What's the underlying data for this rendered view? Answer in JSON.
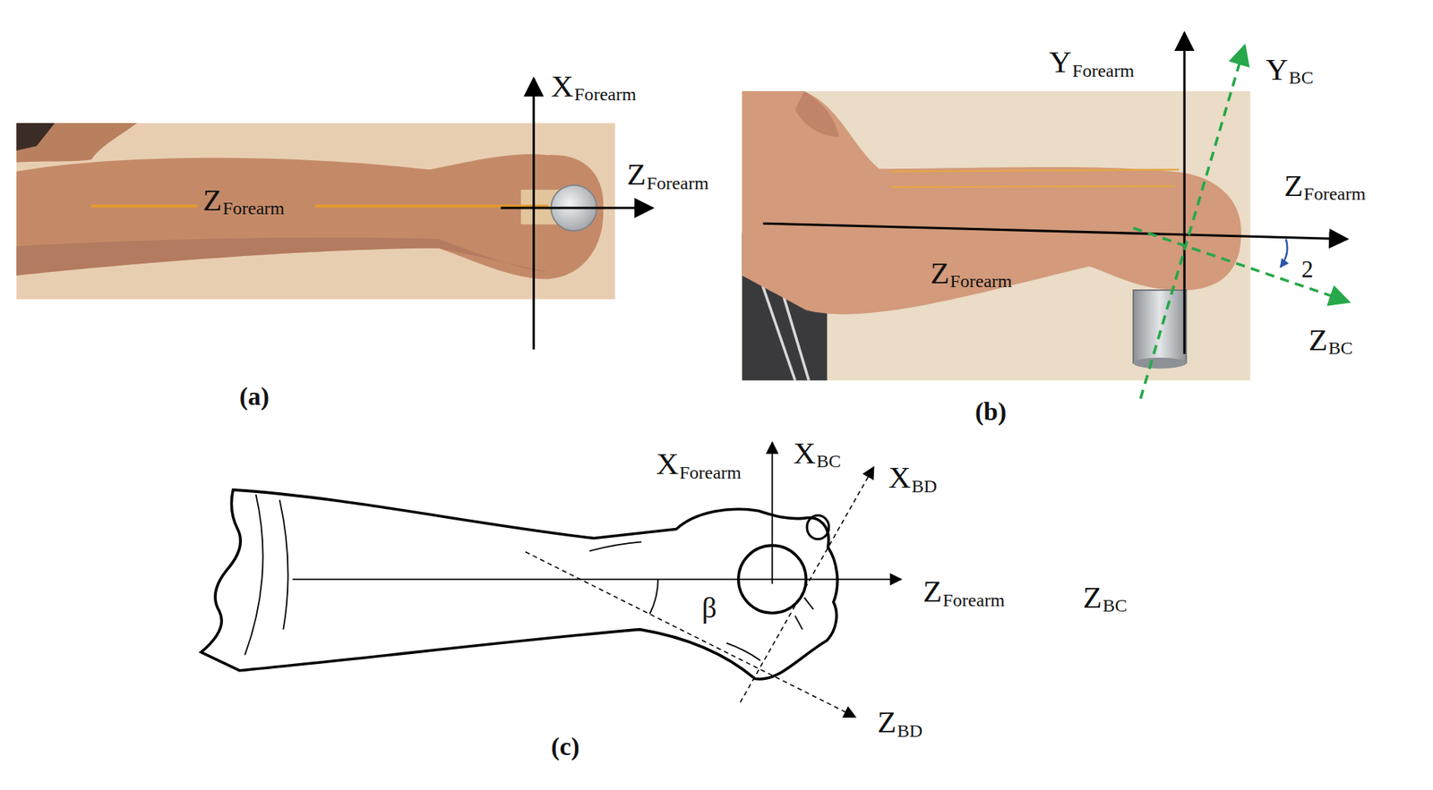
{
  "diagram": {
    "labels": [
      "Z",
      "Forearm",
      "X",
      "Forearm",
      "Z",
      "Forearm",
      "(a)",
      "Y",
      "Forearm",
      "Y",
      "BC",
      "Z",
      "Forearm",
      "Z",
      "Forearm",
      "2",
      "Z",
      "BC",
      "(b)",
      "X",
      "Forearm",
      "X",
      "BC",
      "X",
      "BD",
      "Z",
      "Forearm",
      "Z",
      "BC",
      "β",
      "Z",
      "BD",
      "(c)"
    ]
  }
}
